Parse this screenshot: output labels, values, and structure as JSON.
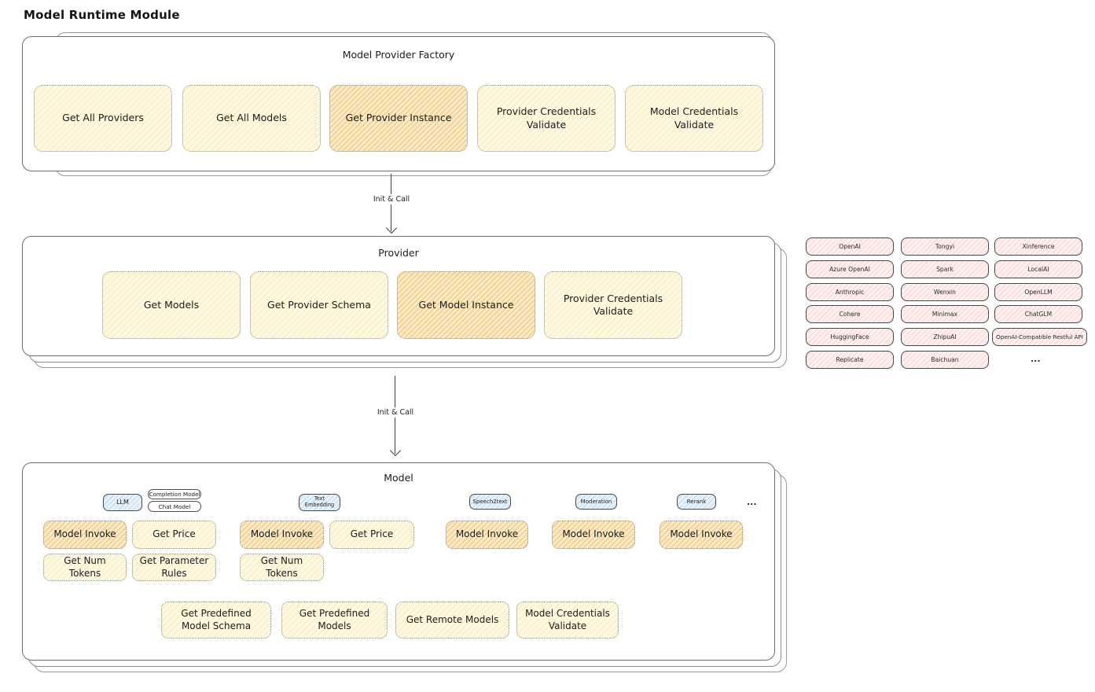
{
  "page_title": "Model Runtime Module",
  "colors": {
    "node_yellow_fill": "#fdf8e3",
    "node_yellow_hatch": "#f2c94c",
    "node_orange_fill": "#faeccb",
    "node_orange_hatch": "#eba636",
    "provider_pill_fill": "#fdf0ef",
    "provider_pill_hatch": "#e88782",
    "tag_blue_fill": "#e8f2fb",
    "tag_blue_hatch": "#6ea8de",
    "stroke_dark": "#3e3e3e",
    "box_stroke": "#6e6e6e"
  },
  "factory": {
    "title": "Model Provider Factory",
    "buttons": [
      {
        "label": "Get All Providers",
        "variant": "yellow"
      },
      {
        "label": "Get All Models",
        "variant": "yellow"
      },
      {
        "label": "Get Provider Instance",
        "variant": "orange"
      },
      {
        "label": "Provider Credentials Validate",
        "variant": "yellow"
      },
      {
        "label": "Model Credentials Validate",
        "variant": "yellow"
      }
    ]
  },
  "arrow1": {
    "label": "Init & Call"
  },
  "arrow2": {
    "label": "Init & Call"
  },
  "provider": {
    "title": "Provider",
    "buttons": [
      {
        "label": "Get Models",
        "variant": "yellow"
      },
      {
        "label": "Get Provider Schema",
        "variant": "yellow"
      },
      {
        "label": "Get Model Instance",
        "variant": "orange"
      },
      {
        "label": "Provider Credentials Validate",
        "variant": "yellow"
      }
    ]
  },
  "providers_grid": {
    "col1": [
      "OpenAI",
      "Azure OpenAI",
      "Anthropic",
      "Cohere",
      "HuggingFace",
      "Replicate"
    ],
    "col2": [
      "Tongyi",
      "Spark",
      "Wenxin",
      "Minimax",
      "ZhipuAI",
      "Baichuan"
    ],
    "col3": [
      "Xinference",
      "LocalAI",
      "OpenLLM",
      "ChatGLM",
      "OpenAI-Compatible Restful API"
    ],
    "more": "..."
  },
  "model": {
    "title": "Model",
    "tags": {
      "llm": "LLM",
      "completion": "Completion Model",
      "chat": "Chat Model",
      "embedding": "Text Embedding",
      "speech2text": "Speech2text",
      "moderation": "Moderation",
      "rerank": "Rerank",
      "more": "..."
    },
    "buttons": [
      {
        "label": "Model Invoke",
        "variant": "orange"
      },
      {
        "label": "Get Price",
        "variant": "yellow"
      },
      {
        "label": "Model Invoke",
        "variant": "orange"
      },
      {
        "label": "Get Price",
        "variant": "yellow"
      },
      {
        "label": "Model Invoke",
        "variant": "orange"
      },
      {
        "label": "Model Invoke",
        "variant": "orange"
      },
      {
        "label": "Model Invoke",
        "variant": "orange"
      },
      {
        "label": "Get Num Tokens",
        "variant": "yellow"
      },
      {
        "label": "Get Parameter Rules",
        "variant": "yellow"
      },
      {
        "label": "Get Num Tokens",
        "variant": "yellow"
      }
    ],
    "bottom_buttons": [
      {
        "label": "Get Predefined Model Schema",
        "variant": "yellow"
      },
      {
        "label": "Get Predefined Models",
        "variant": "yellow"
      },
      {
        "label": "Get Remote Models",
        "variant": "yellow"
      },
      {
        "label": "Model Credentials Validate",
        "variant": "yellow"
      }
    ]
  }
}
